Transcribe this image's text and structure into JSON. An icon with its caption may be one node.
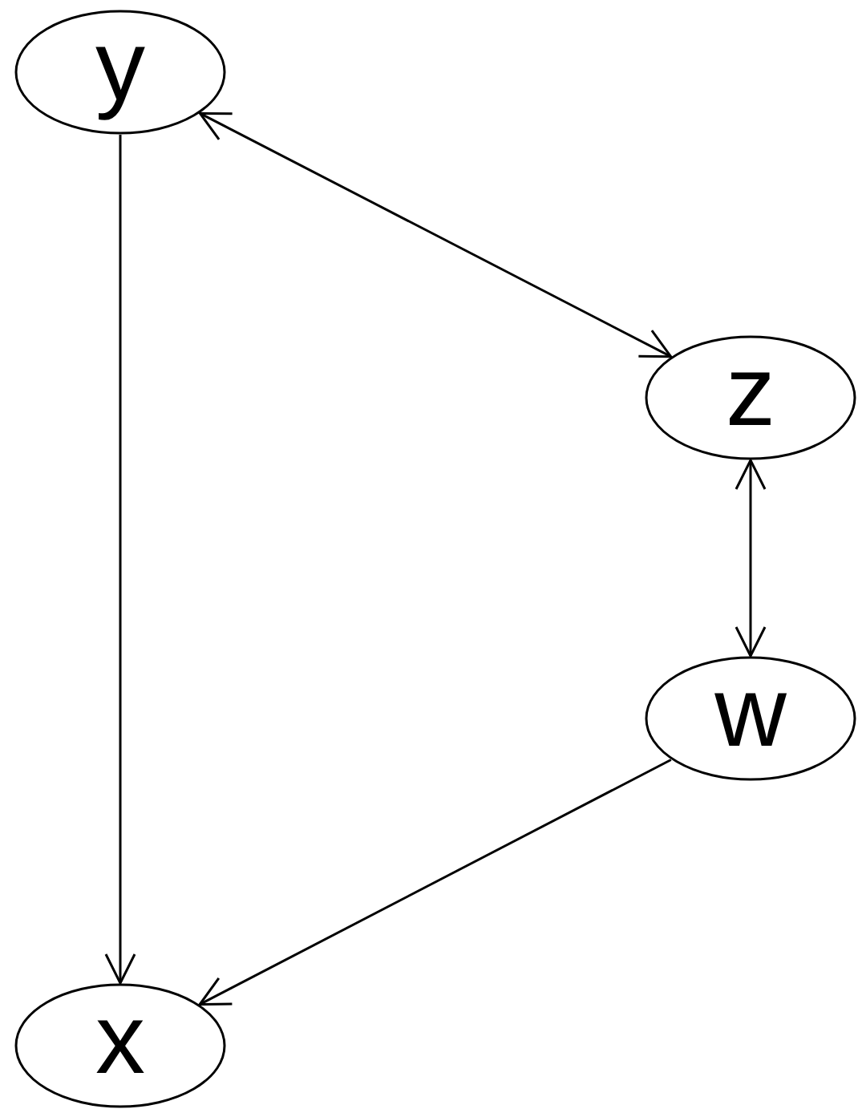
{
  "diagram": {
    "nodes": [
      {
        "text": [
          "y"
        ]
      },
      {
        "text": [
          "z"
        ]
      },
      {
        "text": [
          "w"
        ]
      },
      {
        "text": [
          "x"
        ]
      }
    ],
    "edges": [
      {
        "from": 0,
        "to": 1,
        "arrow": "both"
      },
      {
        "from": 0,
        "to": 3,
        "arrow": "to"
      },
      {
        "from": 1,
        "to": 2,
        "arrow": "both"
      },
      {
        "from": 2,
        "to": 3,
        "arrow": "to"
      }
    ]
  }
}
